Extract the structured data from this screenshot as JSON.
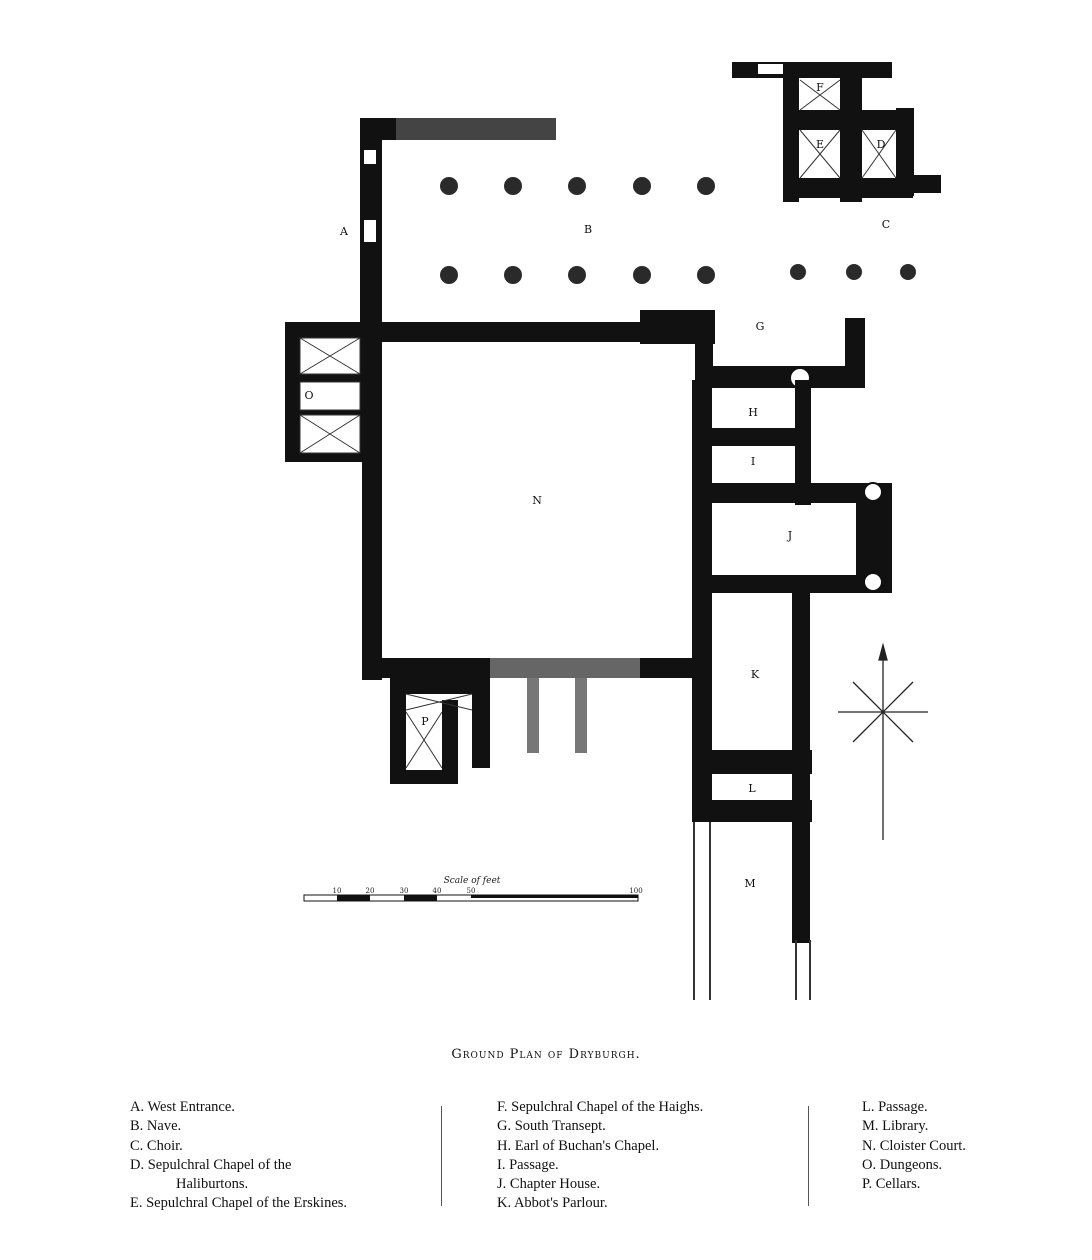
{
  "title": "Ground Plan of Dryburgh.",
  "room_letters": [
    "A",
    "B",
    "C",
    "D",
    "E",
    "F",
    "G",
    "H",
    "I",
    "J",
    "K",
    "L",
    "M",
    "N",
    "O",
    "P"
  ],
  "scale": {
    "label": "Scale of feet",
    "ticks": [
      "10",
      "20",
      "30",
      "40",
      "50",
      "100"
    ]
  },
  "legend": {
    "col1": [
      {
        "key": "A.",
        "text": "West Entrance."
      },
      {
        "key": "B.",
        "text": "Nave."
      },
      {
        "key": "C.",
        "text": "Choir."
      },
      {
        "key": "D.",
        "text": "Sepulchral Chapel of the",
        "cont": "Haliburtons."
      },
      {
        "key": "E.",
        "text": "Sepulchral Chapel of the Erskines."
      }
    ],
    "col2": [
      {
        "key": "F.",
        "text": "Sepulchral Chapel of the Haighs."
      },
      {
        "key": "G.",
        "text": "South Transept."
      },
      {
        "key": "H.",
        "text": "Earl of Buchan's Chapel."
      },
      {
        "key": "I.",
        "text": "Passage."
      },
      {
        "key": "J.",
        "text": "Chapter House."
      },
      {
        "key": "K.",
        "text": "Abbot's Parlour."
      }
    ],
    "col3": [
      {
        "key": "L.",
        "text": "Passage."
      },
      {
        "key": "M.",
        "text": "Library."
      },
      {
        "key": "N.",
        "text": "Cloister Court."
      },
      {
        "key": "O.",
        "text": "Dungeons."
      },
      {
        "key": "P.",
        "text": "Cellars."
      }
    ]
  }
}
